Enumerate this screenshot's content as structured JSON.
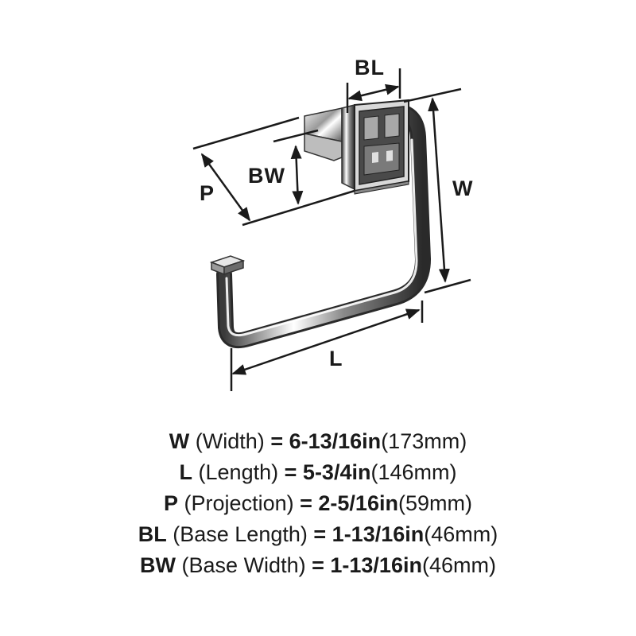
{
  "diagram": {
    "labels": {
      "bl": "BL",
      "bw": "BW",
      "p": "P",
      "w": "W",
      "l": "L"
    }
  },
  "specs": [
    {
      "code": "W",
      "name": "(Width)",
      "eq": "=",
      "imperial": "6-13/16in",
      "metric": "(173mm)"
    },
    {
      "code": "L",
      "name": "(Length)",
      "eq": "=",
      "imperial": "5-3/4in",
      "metric": "(146mm)"
    },
    {
      "code": "P",
      "name": "(Projection)",
      "eq": "=",
      "imperial": "2-5/16in",
      "metric": "(59mm)"
    },
    {
      "code": "BL",
      "name": "(Base Length)",
      "eq": "=",
      "imperial": "1-13/16in",
      "metric": "(46mm)"
    },
    {
      "code": "BW",
      "name": "(Base Width)",
      "eq": "=",
      "imperial": "1-13/16in",
      "metric": "(46mm)"
    }
  ]
}
